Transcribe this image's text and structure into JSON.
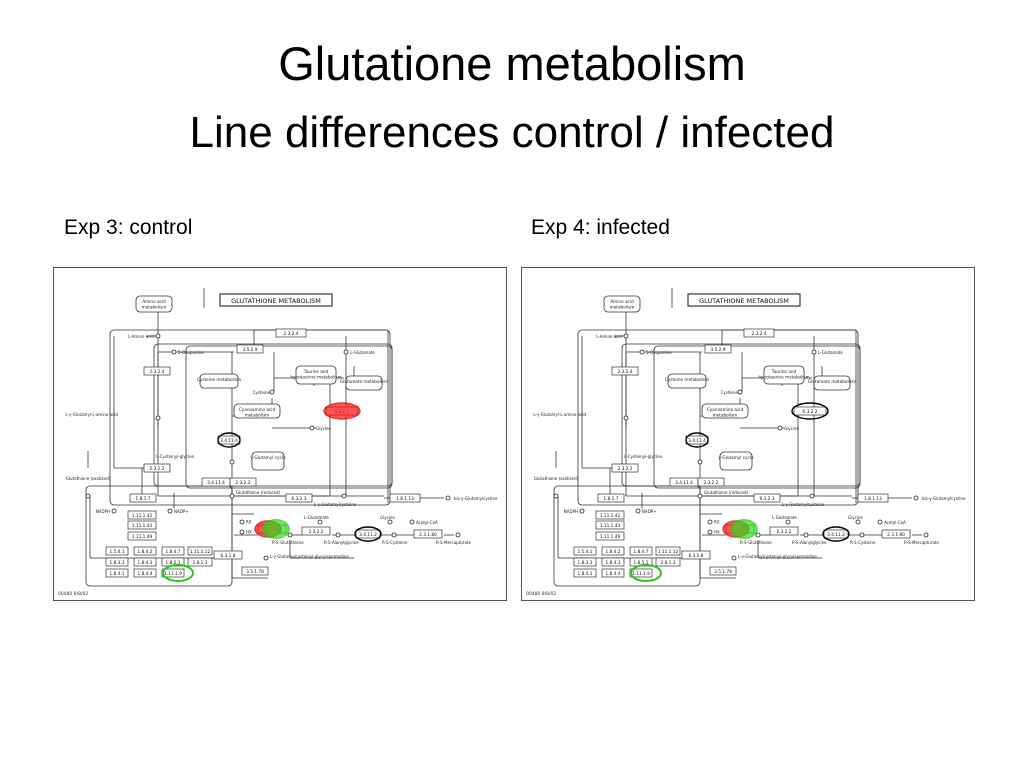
{
  "title": "Glutatione metabolism",
  "subtitle": "Line differences control / infected",
  "panels": [
    {
      "caption": "Exp 3: control",
      "marks": [
        {
          "ec": "6.3.2.2",
          "type": "red"
        },
        {
          "ec": "3.4.11.4",
          "type": "black"
        },
        {
          "ec": "2.5.1.18",
          "type": "red"
        },
        {
          "ec": "2.5.1.18",
          "type": "green"
        },
        {
          "ec": "3.4.11.2",
          "type": "black"
        },
        {
          "ec": "1.11.1.9",
          "type": "green"
        }
      ]
    },
    {
      "caption": "Exp 4: infected",
      "marks": [
        {
          "ec": "6.3.2.2",
          "type": "black"
        },
        {
          "ec": "3.4.11.4",
          "type": "black"
        },
        {
          "ec": "2.5.1.18",
          "type": "red"
        },
        {
          "ec": "2.5.1.18",
          "type": "green"
        },
        {
          "ec": "3.4.11.2",
          "type": "black"
        },
        {
          "ec": "1.11.1.9",
          "type": "green"
        }
      ]
    }
  ],
  "diagram": {
    "map_title": "GLUTATHIONE METABOLISM",
    "footer": "00480 8/8/02",
    "nodes": {
      "amino_acid_metabolism": "Amino acid metabolism",
      "l_amino_acid": "L-Amino acid",
      "oxoproline": "5-Oxoproline",
      "l_glutamate": "L-Glutamate",
      "cysteine_metabolism": "Cysteine metabolism",
      "taurine": "Taurine and hypotaurine metabolism",
      "glutamate_metabolism": "Glutamate metabolism",
      "cysteine": "Cysteine",
      "cyanoamino": "Cyanoamino acid metabolism",
      "glycine": "Glycine",
      "glutamyl_amino_acid": "L-γ-Glutamyl-L-amino acid",
      "cysteinyl_glycine": "L-Cysteinyl-glycine",
      "glutamyl_cycle": "γ-Glutamyl cycle",
      "glutathione_oxidized": "Glutathione (oxidized)",
      "glutathione_reduced": "Glutathione (reduced)",
      "glutamylcysteine": "L-γ-Glutamylcysteine",
      "bis_glutamylcystine": "bis-γ-Glutamylcystine",
      "nadph": "NADPH",
      "nadp": "NADP+",
      "rx": "RX",
      "hx": "HX",
      "r_glutathione": "R-S-Glutathione",
      "l_glutamate_2": "L-Glutamate",
      "r_alanylglycine": "R-S-Alanylglycine",
      "glycine_2": "Glycine",
      "acetyl_coa": "Acetyl-CoA",
      "r_cysteine": "R-S-Cysteine",
      "mercapturate": "R-S-Mercapturate",
      "glutamylcysteinyl_glycylspermidine": "L-γ-Glutamylcysteinyl-glycylspermidine"
    },
    "enzymes": {
      "e1": "2.3.2.4",
      "e2": "3.5.2.9",
      "e3": "2.3.2.4",
      "e4": "6.3.2.2",
      "e5": "3.4.11.4",
      "e6": "2.3.2.2",
      "e7": "3.4.11.4",
      "e8": "2.3.2.2",
      "e9": "6.3.2.3",
      "e10": "1.8.1.13",
      "e11": "1.8.1.7",
      "e12": "1.11.1.42",
      "e13": "1.11.1.43",
      "e14": "1.11.1.49",
      "e15": "2.5.1.18",
      "e16": "2.3.2.2",
      "e17": "3.4.11.2",
      "e18": "2.3.1.80",
      "e19": "6.3.1.8",
      "e20": "3.5.1.78",
      "t1": "1.5.4.1",
      "t2": "1.8.4.2",
      "t3": "1.8.4.7",
      "t4": "1.11.1.12",
      "t5": "1.8.3.3",
      "t6": "1.8.4.3",
      "t7": "1.8.5.1",
      "t8": "2.8.1.3",
      "t9": "1.8.4.1",
      "t10": "1.8.4.4",
      "t11": "1.11.1.9"
    }
  }
}
